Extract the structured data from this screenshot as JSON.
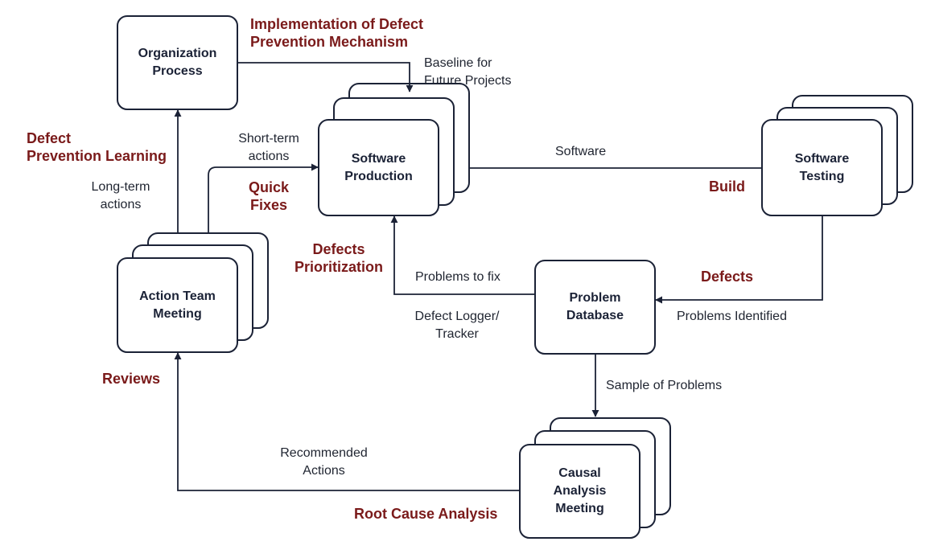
{
  "colors": {
    "stroke": "#1b2236",
    "emphasis": "#7a1a1a",
    "text": "#1f2430"
  },
  "nodes": {
    "organization_process": [
      "Organization",
      "Process"
    ],
    "software_production": [
      "Software",
      "Production"
    ],
    "software_testing": [
      "Software",
      "Testing"
    ],
    "action_team_meeting": [
      "Action Team",
      "Meeting"
    ],
    "problem_database": [
      "Problem",
      "Database"
    ],
    "causal_analysis_meeting": [
      "Causal",
      "Analysis",
      "Meeting"
    ]
  },
  "edge_labels": {
    "baseline": [
      "Baseline for",
      "Future Projects"
    ],
    "short_term": [
      "Short-term",
      "actions"
    ],
    "long_term": [
      "Long-term",
      "actions"
    ],
    "software": "Software",
    "problems_to_fix": "Problems to fix",
    "defect_logger": [
      "Defect Logger/",
      "Tracker"
    ],
    "problems_identified": "Problems Identified",
    "sample_of_problems": "Sample of Problems",
    "recommended_actions": [
      "Recommended",
      "Actions"
    ]
  },
  "phase_labels": {
    "implementation": [
      "Implementation of Defect",
      "Prevention Mechanism"
    ],
    "prevention_learning": [
      "Defect",
      "Prevention Learning"
    ],
    "quick_fixes": [
      "Quick",
      "Fixes"
    ],
    "build": "Build",
    "defects_prioritization": [
      "Defects",
      "Prioritization"
    ],
    "defects": "Defects",
    "reviews": "Reviews",
    "root_cause_analysis": "Root Cause Analysis"
  }
}
